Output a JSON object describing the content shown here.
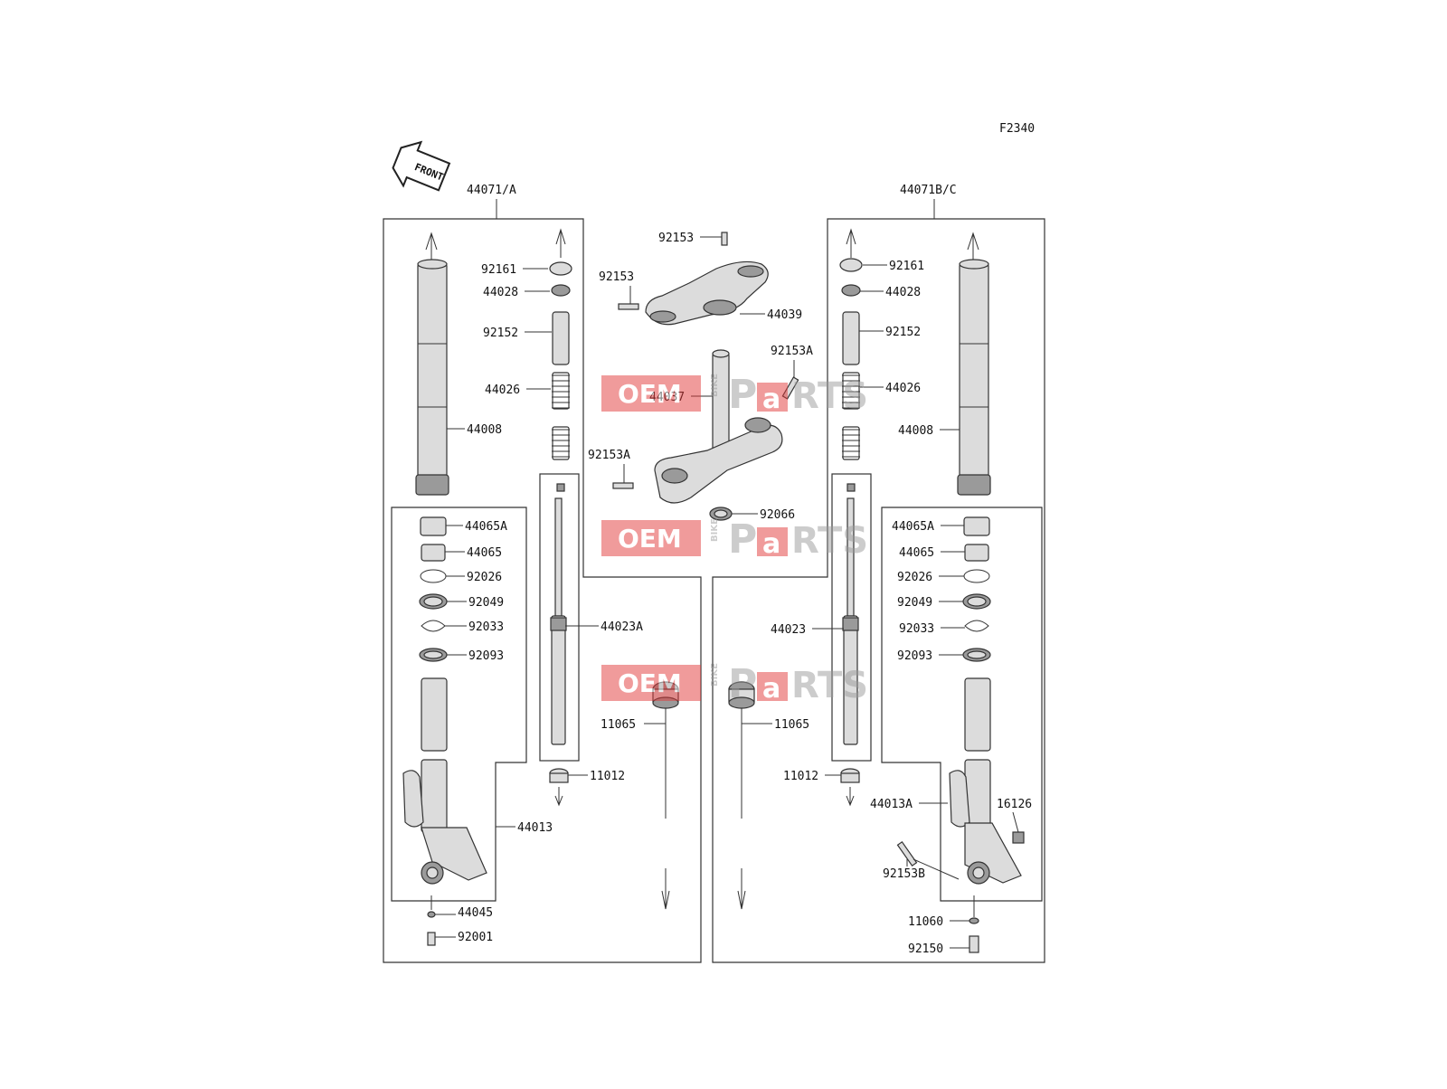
{
  "diagram": {
    "figure_id": "F2340",
    "front_label": "FRONT",
    "left_assembly": "44071/A",
    "right_assembly": "44071B/C",
    "center_top_labels": [
      "92153",
      "92153",
      "44039",
      "92153A",
      "44037",
      "92153A",
      "92066"
    ],
    "left_labels": [
      "92161",
      "44028",
      "92152",
      "44026",
      "44008",
      "44065A",
      "44065",
      "92026",
      "92049",
      "92033",
      "92093",
      "44023A",
      "11065",
      "11012",
      "44013",
      "44045",
      "92001"
    ],
    "right_labels": [
      "92161",
      "44028",
      "92152",
      "44026",
      "44008",
      "44065A",
      "44065",
      "92026",
      "92049",
      "92033",
      "92093",
      "44023",
      "11065",
      "11012",
      "44013A",
      "16126",
      "92153B",
      "11060",
      "92150"
    ]
  },
  "watermark": {
    "brand_left": "OEM",
    "brand_mid": "BIKE",
    "brand_right_a": "P",
    "brand_right_b": "a",
    "brand_right_c": "RTS"
  }
}
